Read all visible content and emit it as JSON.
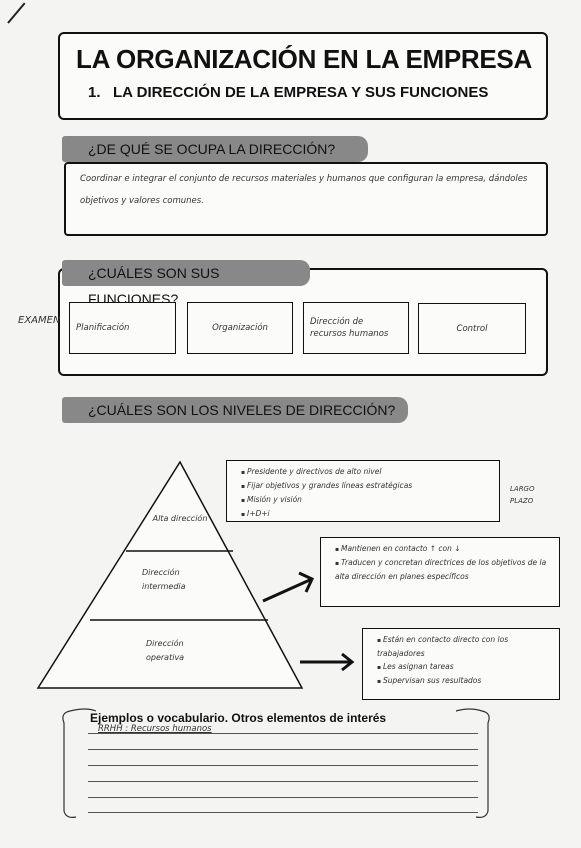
{
  "header": {
    "title": "LA ORGANIZACIÓN EN LA EMPRESA",
    "subtitle": "1.   LA DIRECCIÓN DE LA EMPRESA Y SUS FUNCIONES"
  },
  "section1": {
    "question": "¿DE QUÉ SE OCUPA LA DIRECCIÓN?",
    "answer": "Coordinar e integrar el conjunto de recursos materiales y humanos que configuran la empresa, dándoles objetivos y valores comunes."
  },
  "section2": {
    "question": "¿CUÁLES SON SUS FUNCIONES?",
    "margin_note": "EXAMEN",
    "functions": [
      "Planificación",
      "Organización",
      "Dirección de recursos humanos",
      "Control"
    ]
  },
  "section3": {
    "question": "¿CUÁLES SON LOS NIVELES DE DIRECCIÓN?",
    "levels": [
      {
        "name": "Alta dirección",
        "items": [
          "Presidente y directivos de alto nivel",
          "Fijar objetivos y grandes líneas estratégicas",
          "Misión y visión",
          "I+D+i"
        ],
        "side_note": "LARGO PLAZO"
      },
      {
        "name": "Dirección intermedia",
        "items": [
          "Mantienen en contacto ↑ con ↓",
          "Traducen y concretan directrices de los objetivos de la alta dirección en planes específicos"
        ]
      },
      {
        "name": "Dirección operativa",
        "items": [
          "Están en contacto directo con los trabajadores",
          "Les asignan tareas",
          "Supervisan sus resultados"
        ]
      }
    ]
  },
  "notes": {
    "title": "Ejemplos o vocabulario. Otros elementos de interés",
    "text": "RRHH : Recursos humanos"
  },
  "colors": {
    "tag_bg": "#888888",
    "border": "#111111",
    "paper": "#f4f4f2"
  }
}
